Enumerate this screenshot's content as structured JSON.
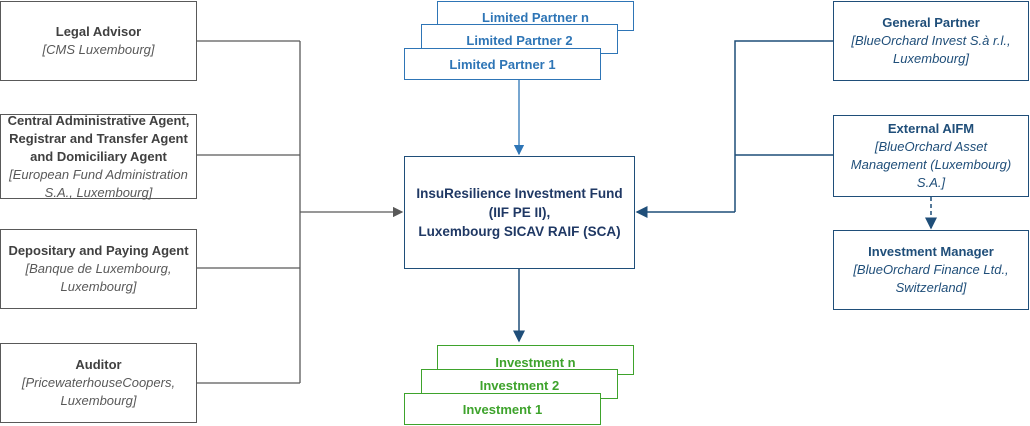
{
  "left_boxes": [
    {
      "title": "Legal Advisor",
      "subtitle": "[CMS Luxembourg]"
    },
    {
      "title_lines": [
        "Central Administrative Agent,",
        "Registrar and Transfer Agent",
        "and Domiciliary Agent"
      ],
      "subtitle_lines": [
        "[European Fund Administration",
        "S.A., Luxembourg]"
      ]
    },
    {
      "title": "Depositary and Paying Agent",
      "subtitle_lines": [
        "[Banque de Luxembourg,",
        "Luxembourg]"
      ]
    },
    {
      "title": "Auditor",
      "subtitle_lines": [
        "[PricewaterhouseCoopers,",
        "Luxembourg]"
      ]
    }
  ],
  "limited_partners": [
    "Limited Partner n",
    "Limited Partner 2",
    "Limited Partner 1"
  ],
  "fund": {
    "lines": [
      "InsuResilience Investment Fund",
      "(IIF PE II),",
      "Luxembourg SICAV RAIF (SCA)"
    ]
  },
  "investments": [
    "Investment n",
    "Investment 2",
    "Investment 1"
  ],
  "right_boxes": [
    {
      "title": "General Partner",
      "subtitle_lines": [
        "[BlueOrchard Invest S.à r.l.,",
        "Luxembourg]"
      ]
    },
    {
      "title": "External AIFM",
      "subtitle_lines": [
        "[BlueOrchard Asset",
        "Management (Luxembourg)",
        "S.A.]"
      ]
    },
    {
      "title": "Investment Manager",
      "subtitle_lines": [
        "[BlueOrchard Finance Ltd.,",
        "Switzerland]"
      ]
    }
  ],
  "colors": {
    "grey_border": "#595959",
    "navy": "#1f4e79",
    "lp_blue": "#2e75b6",
    "investment_green": "#3ea32c"
  }
}
